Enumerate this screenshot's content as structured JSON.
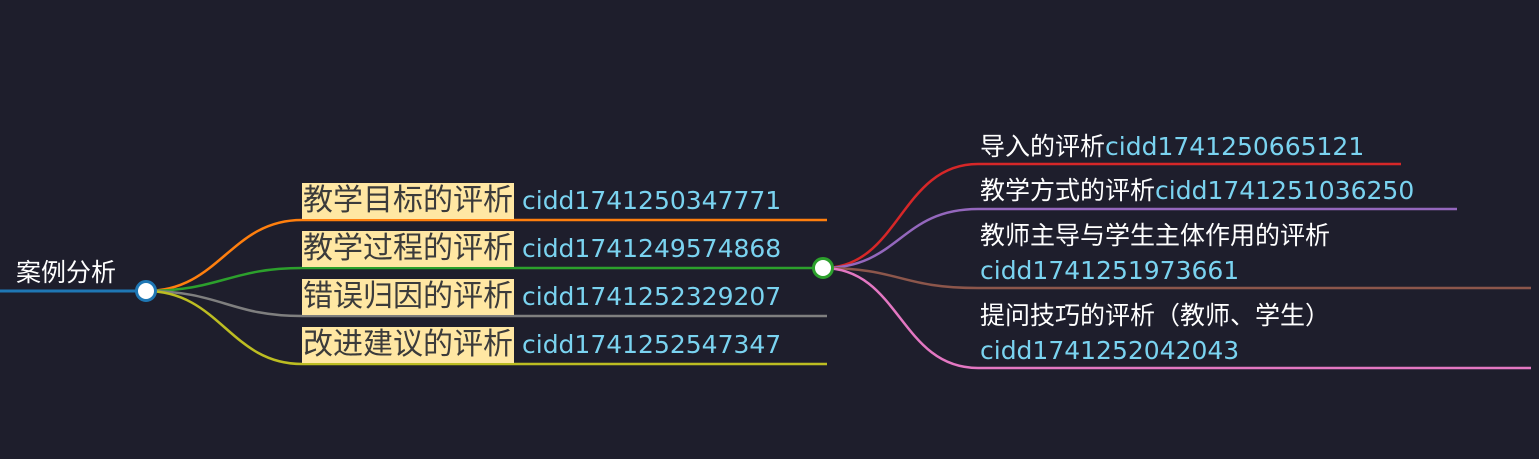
{
  "colors": {
    "background": "#1e1e2c",
    "root_link": "#1f77b4",
    "highlight": "#ffe7a3",
    "cid_text": "#7ad3f0"
  },
  "root": {
    "label": "案例分析"
  },
  "level1": [
    {
      "label": "教学目标的评析",
      "cid": "cidd1741250347771",
      "color": "#ff7f0e"
    },
    {
      "label": "教学过程的评析",
      "cid": "cidd1741249574868",
      "color": "#2ca02c"
    },
    {
      "label": "错误归因的评析",
      "cid": "cidd1741252329207",
      "color": "#7f7f7f"
    },
    {
      "label": "改进建议的评析",
      "cid": "cidd1741252547347",
      "color": "#bcbd22"
    }
  ],
  "level2": [
    {
      "label": "导入的评析",
      "cid": "cidd1741250665121",
      "color": "#d62728"
    },
    {
      "label": "教学方式的评析",
      "cid": "cidd1741251036250",
      "color": "#9467bd"
    },
    {
      "label": "教师主导与学生主体作用的评析",
      "cid": "cidd1741251973661",
      "color": "#8c564b"
    },
    {
      "label": "提问技巧的评析（教师、学生）",
      "cid": "cidd1741252042043",
      "color": "#e377c2"
    }
  ]
}
